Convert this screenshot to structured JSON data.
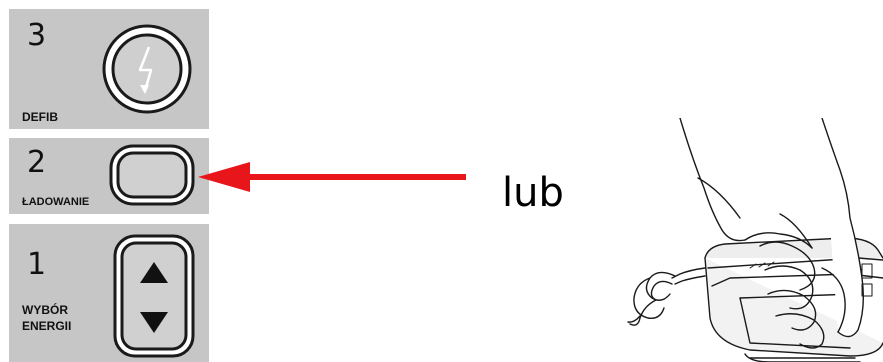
{
  "steps": [
    {
      "number": "3",
      "label": "DEFIB",
      "icon": "lightning-bolt-icon"
    },
    {
      "number": "2",
      "label": "ŁADOWANIE",
      "icon": "charge-button-icon"
    },
    {
      "number": "1",
      "label_line1": "WYBÓR",
      "label_line2": "ENERGII",
      "icon": "up-down-arrows-icon"
    }
  ],
  "connector_text": "lub",
  "arrow_color": "#e8151b",
  "panel_color": "#c6c6c6",
  "illustration": "hand-pressing-paddle-charge-button"
}
